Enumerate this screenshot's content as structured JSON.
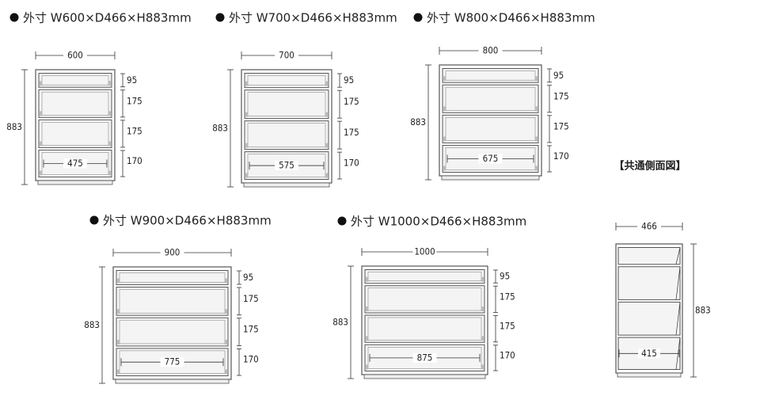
{
  "units": [
    {
      "title": "外寸 W600×D466×H883mm",
      "width": "600",
      "height": "883",
      "drawers": [
        "95",
        "175",
        "175",
        "170"
      ],
      "inner": "475"
    },
    {
      "title": "外寸 W700×D466×H883mm",
      "width": "700",
      "height": "883",
      "drawers": [
        "95",
        "175",
        "175",
        "170"
      ],
      "inner": "575"
    },
    {
      "title": "外寸 W800×D466×H883mm",
      "width": "800",
      "height": "883",
      "drawers": [
        "95",
        "175",
        "175",
        "170"
      ],
      "inner": "675"
    },
    {
      "title": "外寸 W900×D466×H883mm",
      "width": "900",
      "height": "883",
      "drawers": [
        "95",
        "175",
        "175",
        "170"
      ],
      "inner": "775"
    },
    {
      "title": "外寸 W1000×D466×H883mm",
      "width": "1000",
      "height": "883",
      "drawers": [
        "95",
        "175",
        "175",
        "170"
      ],
      "inner": "875"
    }
  ],
  "side": {
    "title": "【共通側面図】",
    "depth": "466",
    "height": "883",
    "inner": "415"
  },
  "colors": {
    "line": "#333333",
    "frame": "#555555",
    "drawer_face": "#f4f4f4"
  }
}
